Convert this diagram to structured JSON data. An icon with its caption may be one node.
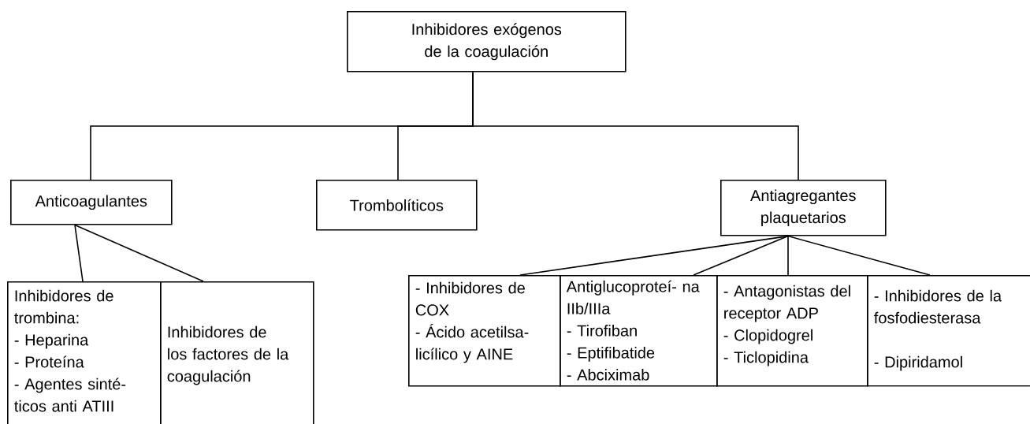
{
  "diagram": {
    "nodes": [
      {
        "text": [
          "Inhibidores exógenos de la coagulación"
        ]
      },
      {
        "text": [
          "Anticoagulantes"
        ]
      },
      {
        "text": [
          "Trombolíticos"
        ]
      },
      {
        "text": [
          "Antiagregantes plaquetarios"
        ]
      },
      {
        "text": [
          "Inhibidores de trombina:",
          "- Heparina",
          "- Proteína",
          "- Agentes sinté- ticos anti ATIII"
        ]
      },
      {
        "text": [
          "Inhibidores de los factores de la coagulación"
        ]
      },
      {
        "text": [
          "- Inhibidores de COX",
          "- Ácido acetilsa- licílico y AINE"
        ]
      },
      {
        "text": [
          "Antiglucoproteí- na IIb/IIIa",
          "- Tirofiban",
          "- Eptifibatide",
          "- Abciximab"
        ]
      },
      {
        "text": [
          "- Antagonistas del receptor ADP",
          "- Clopidogrel",
          "- Ticlopidina"
        ]
      },
      {
        "text": [
          "- Inhibidores de la fosfodiesterasa",
          "- Dipiridamol"
        ]
      }
    ],
    "edges": [
      {
        "from": 0,
        "to": 1,
        "arrow": "none"
      },
      {
        "from": 0,
        "to": 2,
        "arrow": "none"
      },
      {
        "from": 0,
        "to": 3,
        "arrow": "none"
      },
      {
        "from": 1,
        "to": 4,
        "arrow": "none"
      },
      {
        "from": 1,
        "to": 5,
        "arrow": "none"
      },
      {
        "from": 3,
        "to": 6,
        "arrow": "none"
      },
      {
        "from": 3,
        "to": 7,
        "arrow": "none"
      },
      {
        "from": 3,
        "to": 8,
        "arrow": "none"
      },
      {
        "from": 3,
        "to": 9,
        "arrow": "none"
      }
    ]
  }
}
